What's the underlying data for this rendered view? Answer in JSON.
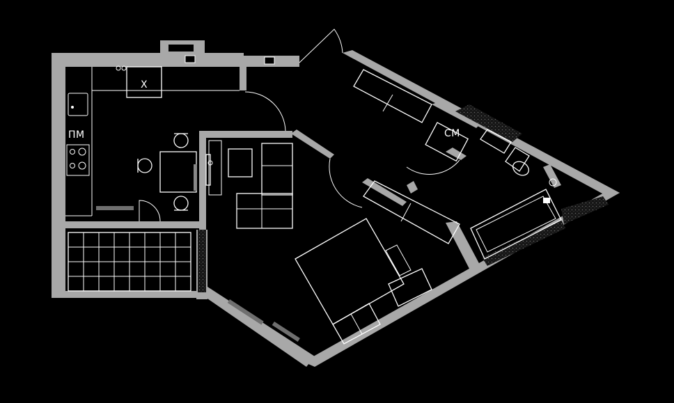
{
  "labels": {
    "fridge": "Х",
    "dishwasher": "ПМ",
    "washing_machine": "СМ"
  },
  "colors": {
    "background": "#000000",
    "wall": "#a8a8a8",
    "furniture": "#ffffff",
    "accent": "#7a7a7a"
  }
}
